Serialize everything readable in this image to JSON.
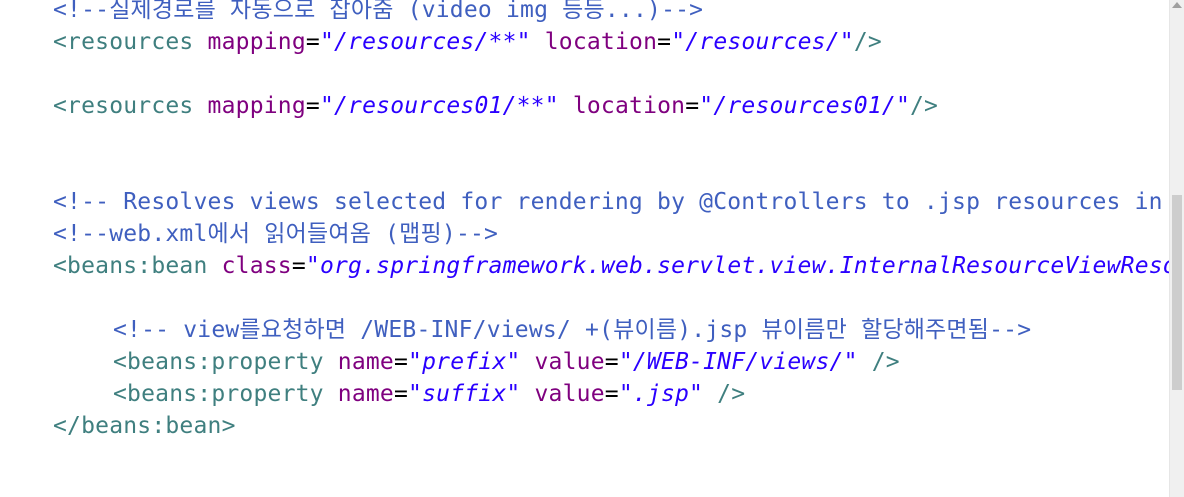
{
  "lines": {
    "l1": {
      "text": "<!--실제경로를 자동으로 잡아줌 (video img 등등...)-->"
    },
    "l2": {
      "tag_open": "<resources",
      "attr1": "mapping",
      "eq": "=",
      "val1": "\"/resources/**\"",
      "attr2": "location",
      "val2": "\"/resources/\"",
      "tag_close": "/>"
    },
    "l3": {
      "tag_open": "<resources",
      "attr1": "mapping",
      "eq": "=",
      "val1": "\"/resources01/**\"",
      "attr2": "location",
      "val2": "\"/resources01/\"",
      "tag_close": "/>"
    },
    "l4": {
      "text": "<!-- Resolves views selected for rendering by @Controllers to .jsp resources in the /WEB-INF/views directory -->"
    },
    "l5": {
      "text": "<!--web.xml에서 읽어들여옴 (맵핑)-->"
    },
    "l6": {
      "tag_open": "<beans:bean",
      "attr1": "class",
      "eq": "=",
      "val1": "\"org.springframework.web.servlet.view.InternalResourceViewResolver\"",
      "tag_close": ">"
    },
    "l7": {
      "text": "<!-- view를요청하면 /WEB-INF/views/ +(뷰이름).jsp 뷰이름만 할당해주면됨-->"
    },
    "l8": {
      "tag_open": "<beans:property",
      "attr1": "name",
      "eq": "=",
      "val1": "\"prefix\"",
      "attr2": "value",
      "val2": "\"/WEB-INF/views/\"",
      "tag_close": "/>"
    },
    "l9": {
      "tag_open": "<beans:property",
      "attr1": "name",
      "eq": "=",
      "val1": "\"suffix\"",
      "attr2": "value",
      "val2": "\".jsp\"",
      "tag_close": "/>"
    },
    "l10": {
      "text": "</beans:bean>"
    }
  },
  "colors": {
    "comment": "#3f5fbf",
    "tag": "#3f7f7f",
    "attribute": "#7f007f",
    "value": "#2a00ff"
  }
}
